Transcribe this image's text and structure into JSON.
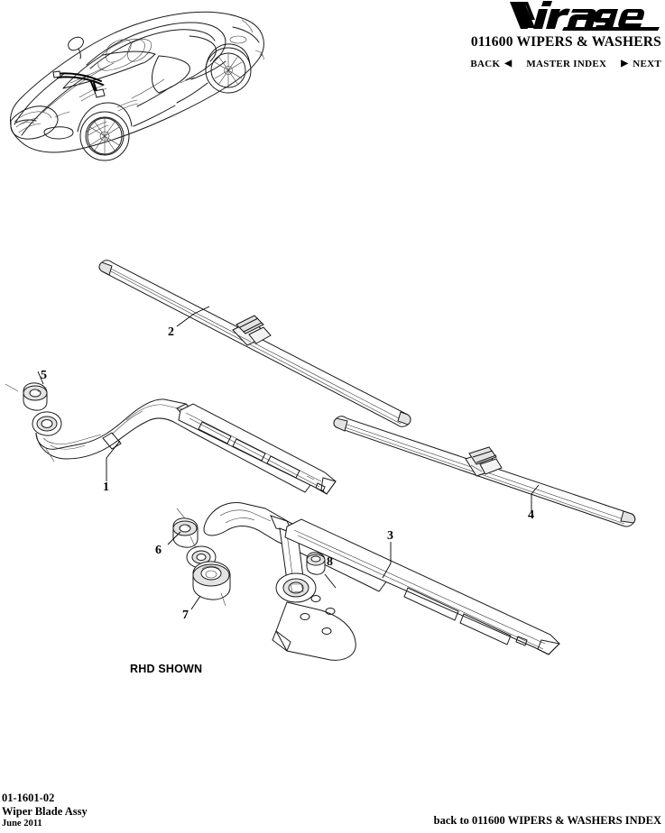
{
  "document": {
    "brand_logo_text": "Virage",
    "catalogue_title": "011600 WIPERS & WASHERS",
    "diagram_note": "RHD SHOWN"
  },
  "navigation": {
    "back_label": "BACK",
    "back_arrow": "◀",
    "master_index_label": "MASTER INDEX",
    "next_arrow": "▶",
    "next_label": "NEXT"
  },
  "footer": {
    "part_number": "01-1601-02",
    "description": "Wiper Blade Assy",
    "date": "June 2011",
    "index_link": "back to 011600 WIPERS & WASHERS INDEX"
  },
  "callouts": [
    {
      "number": "1",
      "part": "wiper-arm-driver"
    },
    {
      "number": "2",
      "part": "wiper-blade-upper"
    },
    {
      "number": "3",
      "part": "wiper-arm-passenger"
    },
    {
      "number": "4",
      "part": "wiper-blade-lower"
    },
    {
      "number": "5",
      "part": "pivot-nut-cap-driver"
    },
    {
      "number": "6",
      "part": "pivot-nut-cap-passenger"
    },
    {
      "number": "7",
      "part": "pivot-bushing"
    },
    {
      "number": "8",
      "part": "mounting-fastener"
    }
  ],
  "colors": {
    "ink": "#1a1a1a",
    "page_background": "#ffffff",
    "text": "#000000"
  }
}
